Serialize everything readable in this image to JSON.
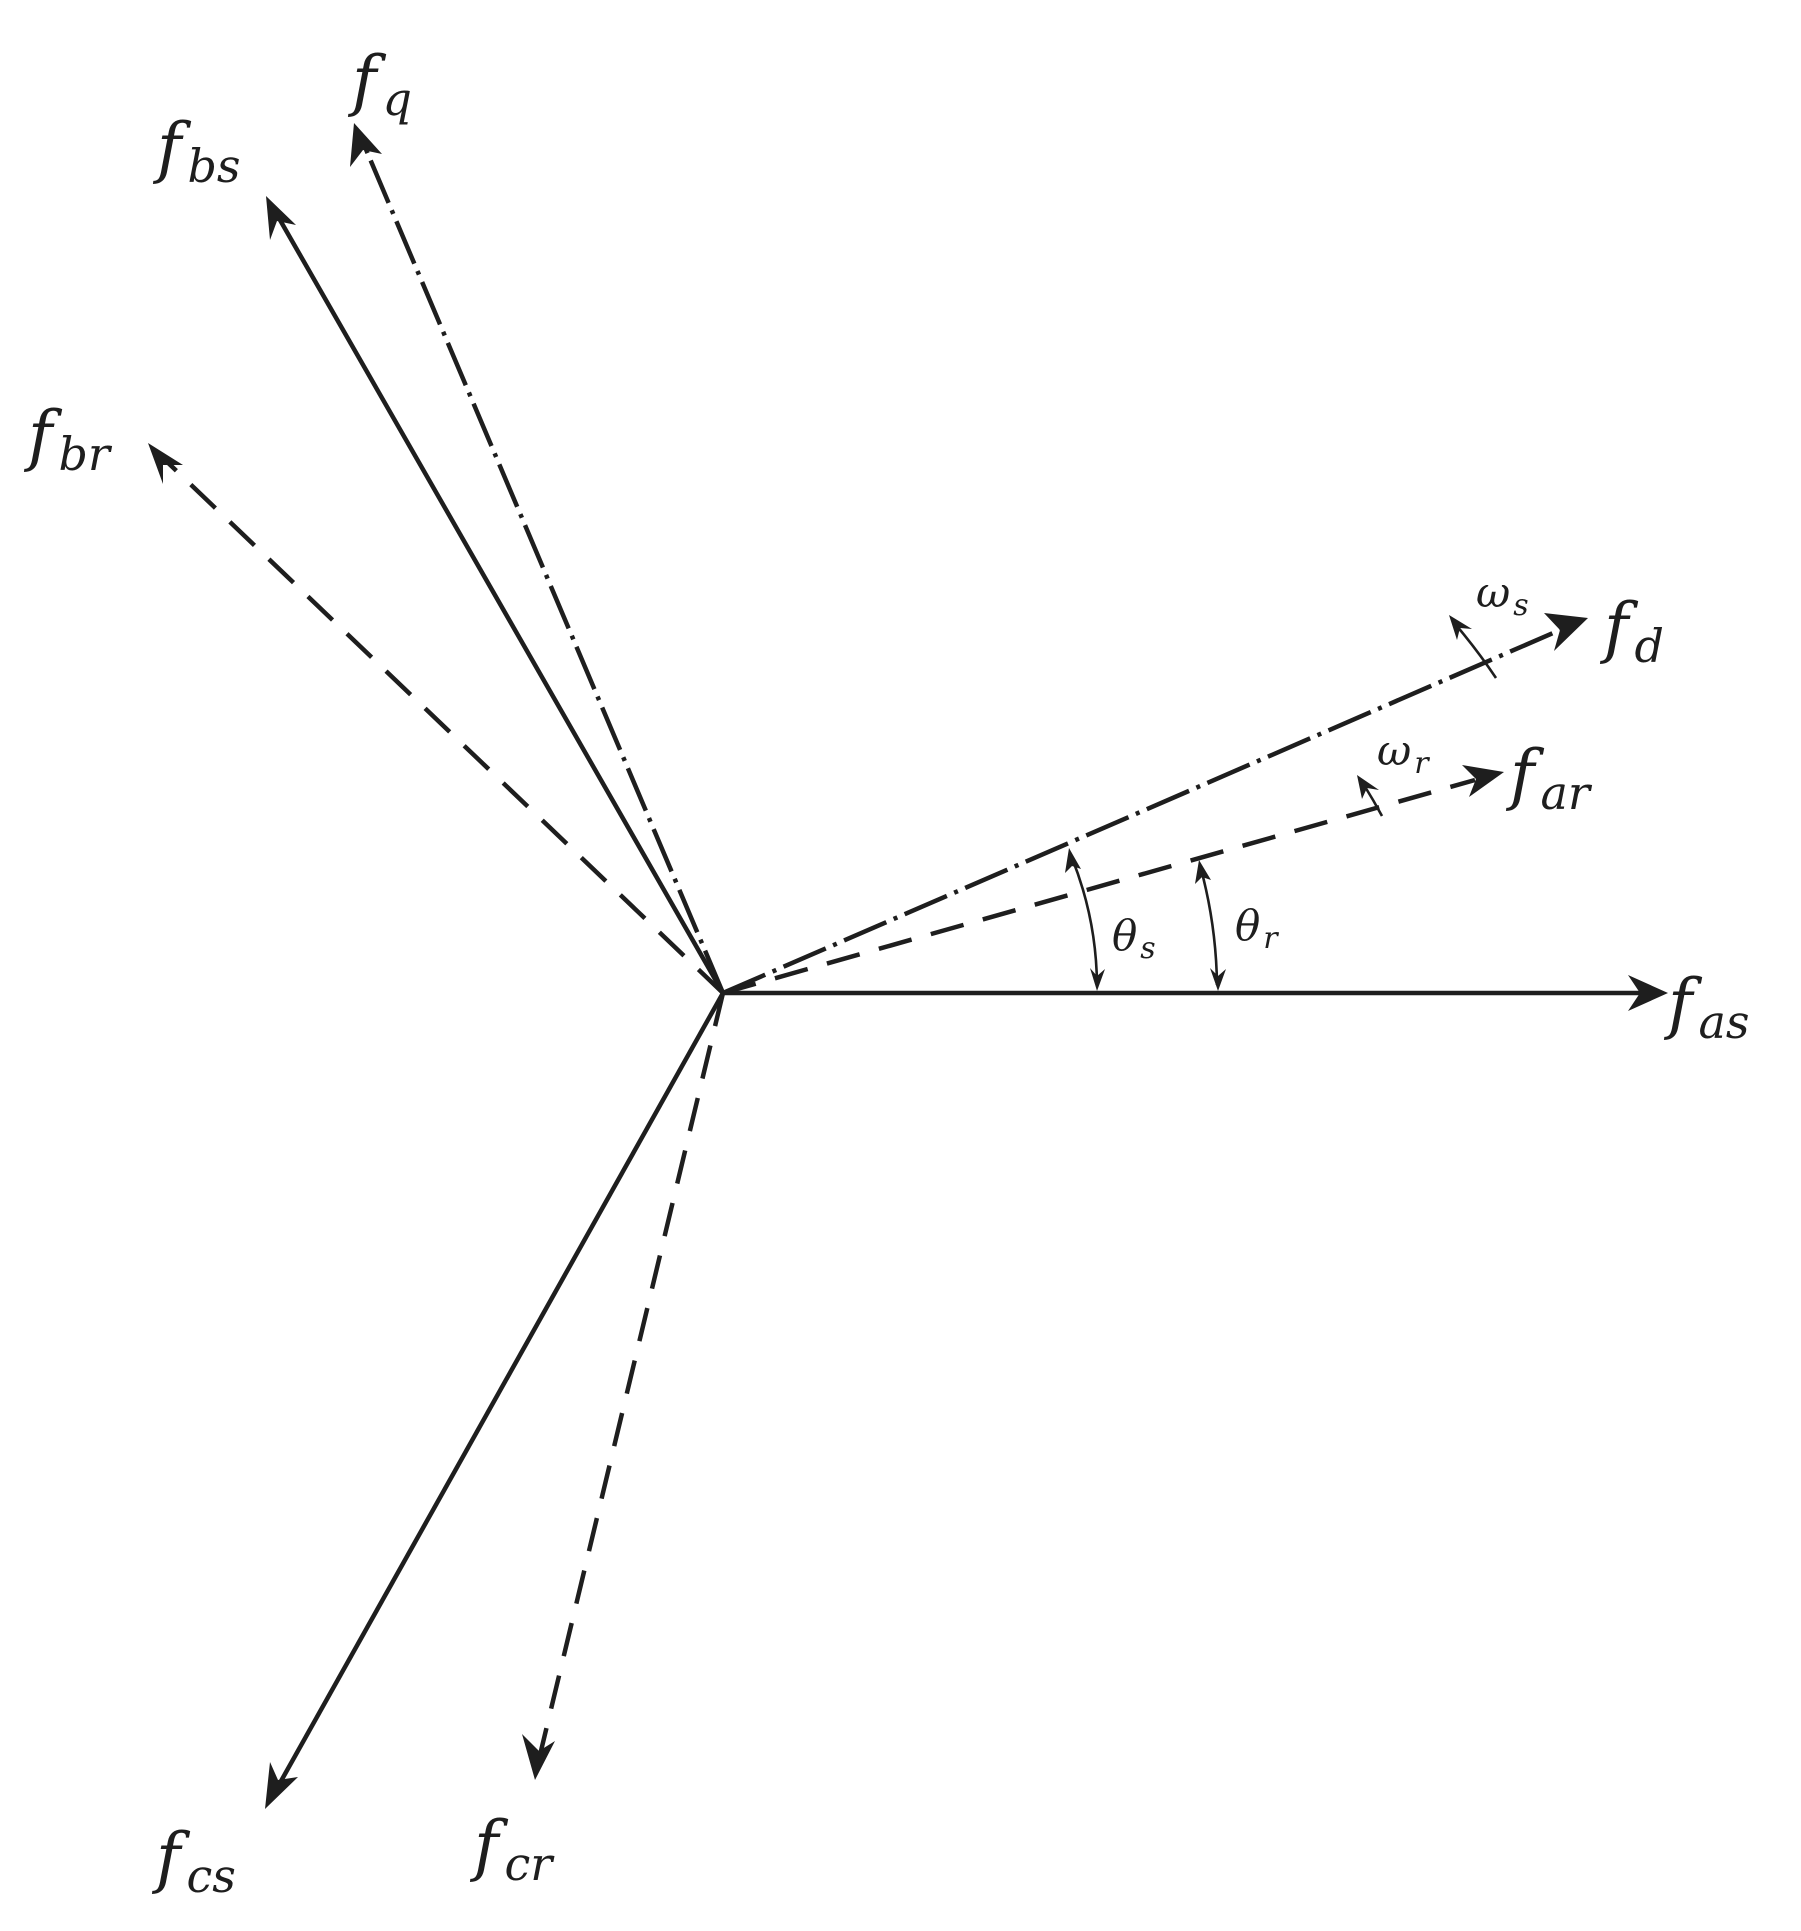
{
  "labels": {
    "f_q": {
      "base": "f",
      "sub": "q"
    },
    "f_bs": {
      "base": "f",
      "sub": "bs"
    },
    "f_br": {
      "base": "f",
      "sub": "br"
    },
    "f_d": {
      "base": "f",
      "sub": "d"
    },
    "f_ar": {
      "base": "f",
      "sub": "ar"
    },
    "f_as": {
      "base": "f",
      "sub": "as"
    },
    "f_cs": {
      "base": "f",
      "sub": "cs"
    },
    "f_cr": {
      "base": "f",
      "sub": "cr"
    },
    "omega_s": {
      "base": "ω",
      "sub": "s"
    },
    "omega_r": {
      "base": "ω",
      "sub": "r"
    },
    "theta_s": {
      "base": "θ",
      "sub": "s"
    },
    "theta_r": {
      "base": "θ",
      "sub": "r"
    }
  },
  "colors": {
    "ink": "#1e1e1e",
    "background": "#ffffff"
  }
}
